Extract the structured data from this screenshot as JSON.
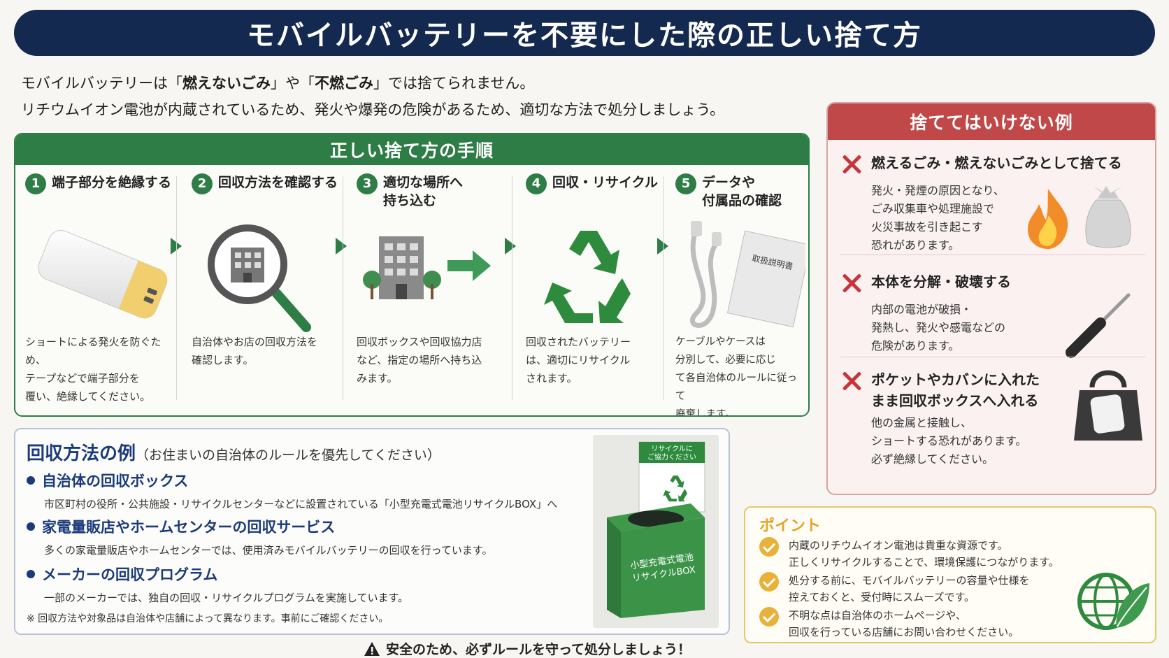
{
  "title": "モバイルバッテリーを不要にした際の正しい捨て方",
  "intro": {
    "line1_a": "モバイルバッテリーは「",
    "line1_b": "燃えないごみ",
    "line1_c": "」や「",
    "line1_d": "不燃ごみ",
    "line1_e": "」では捨てられません。",
    "line2": "リチウムイオン電池が内蔵されているため、発火や爆発の危険があるため、適切な方法で処分しましょう。"
  },
  "steps_title": "正しい捨て方の手順",
  "steps": [
    {
      "num": "1",
      "title": "端子部分を絶縁する",
      "desc": [
        "ショートによる発火を防ぐため、",
        "テープなどで端子部分を",
        "覆い、絶縁してください。"
      ]
    },
    {
      "num": "2",
      "title": "回収方法を確認する",
      "desc": [
        "自治体やお店の回収方法を",
        "確認します。"
      ]
    },
    {
      "num": "3",
      "title": "適切な場所へ\n持ち込む",
      "desc": [
        "回収ボックスや回収協力店",
        "など、指定の場所へ持ち込",
        "みます。"
      ]
    },
    {
      "num": "4",
      "title": "回収・リサイクル",
      "desc": [
        "回収されたバッテリー",
        "は、適切にリサイクル",
        "されます。"
      ]
    },
    {
      "num": "5",
      "title": "データや\n付属品の確認",
      "desc": [
        "ケーブルやケースは",
        "分別して、必要に応じ",
        "て各自治体のルールに従って",
        "廃棄します。"
      ]
    }
  ],
  "manual_label": "取扱説明書",
  "collect": {
    "title": "回収方法の例",
    "subtitle": "（お住まいの自治体のルールを優先してください）",
    "items": [
      {
        "head": "自治体の回収ボックス",
        "desc": "市区町村の役所・公共施設・リサイクルセンターなどに設置されている「小型充電式電池リサイクルBOX」へ"
      },
      {
        "head": "家電量販店やホームセンターの回収サービス",
        "desc": "多くの家電量販店やホームセンターでは、使用済みモバイルバッテリーの回収を行っています。"
      },
      {
        "head": "メーカーの回収プログラム",
        "desc": "一部のメーカーでは、独自の回収・リサイクルプログラムを実施しています。"
      }
    ],
    "note": "※ 回収方法や対象品は自治体や店舗によって異なります。事前にご確認ください。",
    "bin_sign": [
      "リサイクルに",
      "ご協力ください"
    ],
    "bin_label": [
      "小型充電式電池",
      "リサイクルBOX"
    ]
  },
  "safety": "安全のため、必ずルールを守って処分しましょう！",
  "donts": {
    "title": "捨ててはいけない例",
    "items": [
      {
        "head": "燃えるごみ・燃えないごみとして捨てる",
        "desc": [
          "発火・発煙の原因となり、",
          "ごみ収集車や処理施設で",
          "火災事故を引き起こす",
          "恐れがあります。"
        ]
      },
      {
        "head": "本体を分解・破壊する",
        "desc": [
          "内部の電池が破損・",
          "発熱し、発火や感電などの",
          "危険があります。"
        ]
      },
      {
        "head": "ポケットやカバンに入れた\nまま回収ボックスへ入れる",
        "desc": [
          "他の金属と接触し、",
          "ショートする恐れがあります。",
          "必ず絶縁してください。"
        ]
      }
    ]
  },
  "point": {
    "title": "ポイント",
    "items": [
      [
        "内蔵のリチウムイオン電池は貴重な資源です。",
        "正しくリサイクルすることで、環境保護につながります。"
      ],
      [
        "処分する前に、モバイルバッテリーの容量や仕様を",
        "控えておくと、受付時にスムーズです。"
      ],
      [
        "不明な点は自治体のホームページや、",
        "回収を行っている店舗にお問い合わせください。"
      ]
    ]
  },
  "colors": {
    "navy": "#14294f",
    "green": "#2e7d46",
    "red": "#c14848",
    "gold": "#e8b23a"
  },
  "icons": [
    "power-bank-icon",
    "magnifier-building-icon",
    "building-arrow-icon",
    "recycle-icon",
    "cable-manual-icon",
    "fire-icon",
    "trash-bag-icon",
    "screwdriver-icon",
    "handbag-icon",
    "globe-leaf-icon",
    "warning-icon"
  ]
}
